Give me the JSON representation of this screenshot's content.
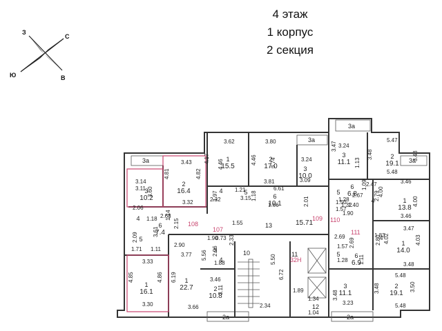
{
  "header": {
    "floor": "4 этаж",
    "building": "1 корпус",
    "section": "2 секция"
  },
  "compass": {
    "icon": "compass-rose-icon",
    "w": "З",
    "n": "С",
    "s": "Ю",
    "e": "В"
  },
  "balconies": [
    "3a",
    "3a",
    "3a",
    "3a",
    "2a",
    "2a"
  ],
  "common": {
    "labels": [
      "108",
      "107",
      "109",
      "110",
      "111",
      "32Н"
    ],
    "corridor": {
      "num": "13",
      "area": "15.71",
      "dims": [
        "1.55",
        "1.90",
        "2.69"
      ]
    },
    "stair": {
      "num": "10",
      "dims": [
        "5.50"
      ]
    },
    "elevator": {
      "num": "11",
      "dims": [
        "6.72",
        "1.89",
        "2.34"
      ]
    },
    "small": {
      "num": "12",
      "dims": [
        "1.34",
        "1.04"
      ]
    }
  },
  "apartments": [
    {
      "id": "a1",
      "rooms": [
        {
          "num": "3",
          "area": "10.2",
          "dims": [
            "3.14",
            "3.11",
            "3.60"
          ]
        },
        {
          "num": "2",
          "area": "16.4",
          "dims": [
            "3.43",
            "4.81",
            "4.82",
            "3.32"
          ]
        },
        {
          "num": "4",
          "area": "",
          "dims": [
            "2.06",
            "1.18"
          ]
        },
        {
          "num": "6",
          "area": "7.4",
          "dims": [
            "2.68",
            "1.14",
            "2.15"
          ]
        },
        {
          "num": "5",
          "area": "",
          "dims": [
            "2.09",
            "3.61",
            "1.71",
            "1.11"
          ]
        },
        {
          "num": "1",
          "area": "16.1",
          "dims": [
            "3.33",
            "4.85",
            "4.86",
            "3.30"
          ]
        }
      ]
    },
    {
      "id": "a2",
      "rooms": [
        {
          "num": "1",
          "area": "22.7",
          "dims": [
            "2.90",
            "3.77",
            "5.56",
            "6.19",
            "3.66"
          ]
        },
        {
          "num": "3",
          "area": "",
          "dims": [
            "1.90",
            "0.73",
            "2.96",
            "2.33"
          ]
        },
        {
          "num": "4",
          "area": "",
          "dims": [
            "1.88"
          ]
        },
        {
          "num": "2",
          "area": "10.8",
          "dims": [
            "3.46",
            "3.11"
          ]
        }
      ]
    },
    {
      "id": "a3",
      "rooms": [
        {
          "num": "1",
          "area": "15.5",
          "dims": [
            "3.62",
            "4.17",
            "4.46"
          ]
        },
        {
          "num": "2",
          "area": "17.0",
          "dims": [
            "3.80",
            "4.46",
            "3.74",
            "3.81"
          ]
        },
        {
          "num": "4",
          "area": "",
          "dims": [
            "1.97",
            "2.32"
          ]
        },
        {
          "num": "5",
          "area": "",
          "dims": [
            "1.21",
            "3.15",
            "1.18"
          ]
        },
        {
          "num": "6",
          "area": "10.1",
          "dims": [
            "6.61",
            "1.66"
          ]
        },
        {
          "num": "3",
          "area": "10.0",
          "dims": [
            "3.24",
            "3.09",
            "2.01"
          ]
        }
      ]
    },
    {
      "id": "a4",
      "rooms": [
        {
          "num": "3",
          "area": "11.1",
          "dims": [
            "3.24",
            "3.47",
            "1.13"
          ]
        },
        {
          "num": "2",
          "area": "19.1",
          "dims": [
            "5.47",
            "3.48",
            "3.48",
            "5.48"
          ]
        },
        {
          "num": "6",
          "area": "6.8",
          "dims": [
            "2.67",
            "1.40"
          ]
        },
        {
          "num": "5",
          "area": "",
          "dims": [
            "1.28",
            "1.50",
            "1.32",
            "1.57"
          ]
        },
        {
          "num": "4",
          "area": "",
          "dims": [
            "1.09",
            "2.47",
            "2.79"
          ]
        },
        {
          "num": "1",
          "area": "13.8",
          "dims": [
            "3.46",
            "4.00",
            "4.00",
            "3.46"
          ]
        }
      ]
    },
    {
      "id": "a5",
      "rooms": [
        {
          "num": "1",
          "area": "14.0",
          "dims": [
            "3.47",
            "4.02",
            "4.03",
            "3.48"
          ]
        },
        {
          "num": "4",
          "area": "",
          "dims": [
            "1.83",
            "2.80"
          ]
        },
        {
          "num": "5",
          "area": "",
          "dims": [
            "1.57",
            "1.28"
          ]
        },
        {
          "num": "6",
          "area": "6.9",
          "dims": [
            "2.69",
            "1.11"
          ]
        },
        {
          "num": "3",
          "area": "11.1",
          "dims": [
            "3.48",
            "3.23"
          ]
        },
        {
          "num": "2",
          "area": "19.1",
          "dims": [
            "5.48",
            "3.48",
            "3.50",
            "5.48"
          ]
        }
      ]
    }
  ]
}
